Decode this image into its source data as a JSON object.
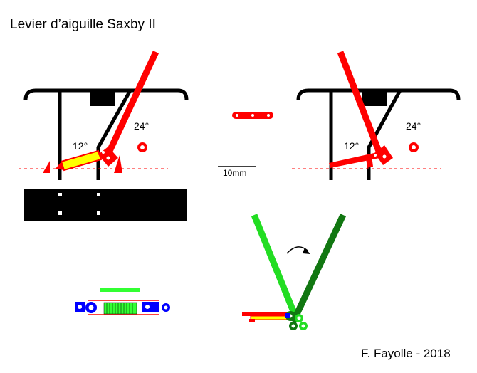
{
  "title": "Levier d’aiguille Saxby II",
  "credit": "F. Fayolle - 2018",
  "scale_label": "10mm",
  "left_lever": {
    "angle_small": "12°",
    "angle_large": "24°"
  },
  "right_lever": {
    "angle_small": "12°",
    "angle_large": "24°"
  },
  "colors": {
    "lever": "#ff0000",
    "frame": "#000000",
    "spring": "#ffff00",
    "lever_open": "#22dd22",
    "lever_closed": "#117711",
    "mount": "#0000ff",
    "coil": "#33ff33"
  },
  "icons": [
    "rotation-arrow-icon"
  ]
}
